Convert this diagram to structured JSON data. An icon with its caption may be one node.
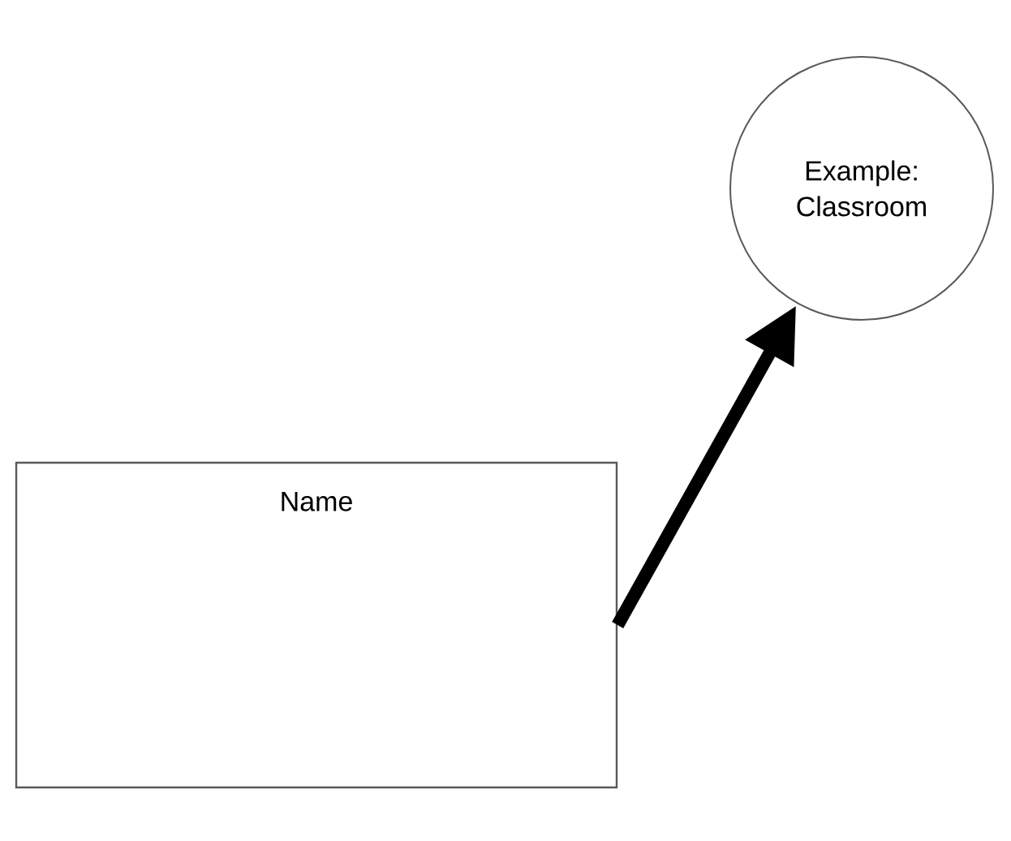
{
  "diagram": {
    "nodes": [
      {
        "text": [
          "Name"
        ]
      },
      {
        "text": [
          "Example: Classroom"
        ]
      }
    ],
    "edges": [
      {
        "from": 0,
        "to": 1,
        "arrow": "to"
      }
    ]
  }
}
